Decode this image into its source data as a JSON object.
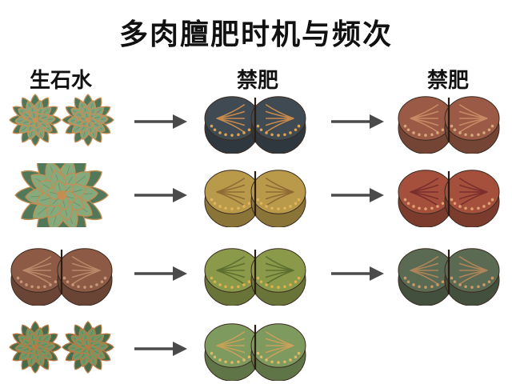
{
  "title": "多肉膻肥时机与频次",
  "columns": [
    {
      "label": "生石水"
    },
    {
      "label": "禁肥"
    },
    {
      "label": "禁肥"
    }
  ],
  "rows": [
    {
      "cells": [
        {
          "plant": "rosette-pair",
          "colors": {
            "leaf": "#7fa57e",
            "edge": "#c98f55",
            "dark": "#4f7658"
          }
        },
        {
          "plant": "lithops",
          "colors": {
            "body": "#3f4a52",
            "pattern": "#c88a4c",
            "dots": "#e0a24c"
          }
        },
        {
          "plant": "lithops",
          "colors": {
            "body": "#9a5a45",
            "pattern": "#c98a66",
            "dots": "#d7a87a"
          }
        }
      ]
    },
    {
      "cells": [
        {
          "plant": "rosette-single",
          "colors": {
            "leaf": "#86aa7c",
            "edge": "#c68d52",
            "dark": "#52785a"
          }
        },
        {
          "plant": "lithops",
          "colors": {
            "body": "#b89a4a",
            "pattern": "#8f6a34",
            "dots": "#e2b35a"
          }
        },
        {
          "plant": "lithops",
          "colors": {
            "body": "#a4503c",
            "pattern": "#7c2e2c",
            "dots": "#e0a070"
          }
        }
      ]
    },
    {
      "cells": [
        {
          "plant": "lithops",
          "colors": {
            "body": "#8d5a45",
            "pattern": "#b98868",
            "dots": "#c79878"
          }
        },
        {
          "plant": "lithops",
          "colors": {
            "body": "#8a9a4a",
            "pattern": "#5c6f2e",
            "dots": "#e0b04c"
          }
        },
        {
          "plant": "lithops",
          "colors": {
            "body": "#5b6a52",
            "pattern": "#b0855a",
            "dots": "#c99a66"
          }
        }
      ]
    },
    {
      "cells": [
        {
          "plant": "rosette-pair",
          "colors": {
            "leaf": "#6f9a68",
            "edge": "#b97a44",
            "dark": "#466c4c"
          }
        },
        {
          "plant": "lithops",
          "colors": {
            "body": "#7e9a5e",
            "pattern": "#c8a05a",
            "dots": "#e2b866"
          }
        }
      ]
    }
  ],
  "arrow_color": "#4a4a4a"
}
